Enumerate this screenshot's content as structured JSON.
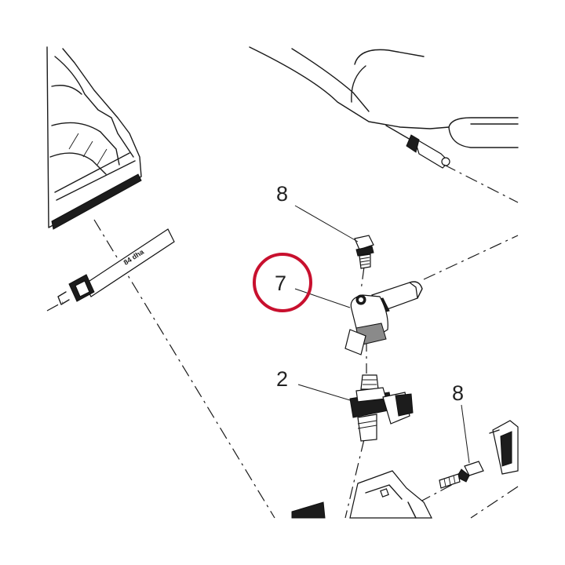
{
  "diagram": {
    "callouts": {
      "part_7": "7",
      "part_2": "2",
      "bolt_upper": "8",
      "bolt_lower": "8"
    },
    "bracket_stamp": "84 dha",
    "highlight": {
      "target": "part_7",
      "color": "#c8102e"
    },
    "colors": {
      "line": "#1a1a1a",
      "highlight": "#c8102e",
      "background": "#ffffff"
    }
  }
}
